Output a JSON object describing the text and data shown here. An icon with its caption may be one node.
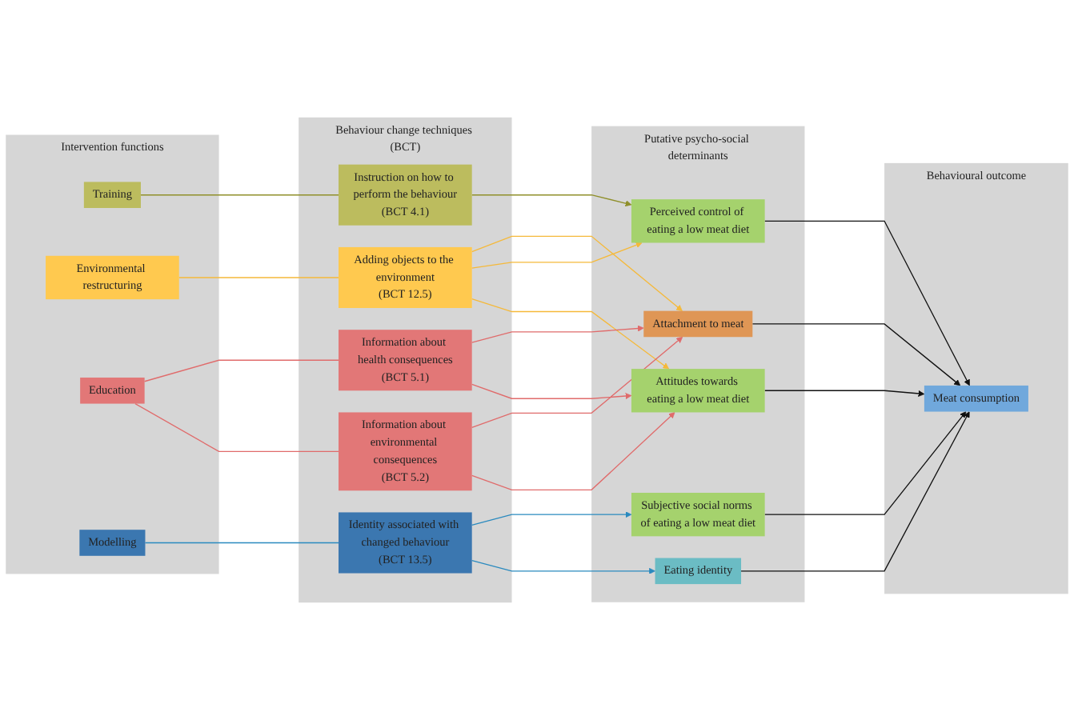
{
  "diagram": {
    "nodes": [
      {
        "text": [
          "Intervention functions"
        ]
      },
      {
        "text": [
          "Training"
        ],
        "in": 0
      },
      {
        "text": [
          "Environmental restructuring"
        ],
        "in": 0
      },
      {
        "text": [
          "Education"
        ],
        "in": 0
      },
      {
        "text": [
          "Modelling"
        ],
        "in": 0
      },
      {
        "text": [
          "Behaviour change techniques (BCT)"
        ]
      },
      {
        "text": [
          "Instruction on how to perform the behaviour",
          "(BCT 4.1)"
        ],
        "in": 5
      },
      {
        "text": [
          "Adding objects to the environment",
          "(BCT 12.5)"
        ],
        "in": 5
      },
      {
        "text": [
          "Information about health consequences",
          "(BCT 5.1)"
        ],
        "in": 5
      },
      {
        "text": [
          "Information about environmental consequences",
          "(BCT 5.2)"
        ],
        "in": 5
      },
      {
        "text": [
          "Identity associated with changed behaviour",
          "(BCT 13.5)"
        ],
        "in": 5
      },
      {
        "text": [
          "Putative psycho-social determinants"
        ]
      },
      {
        "text": [
          "Attachment to meat"
        ],
        "in": 11
      },
      {
        "text": [
          "Perceived control of eating a low meat diet"
        ],
        "in": 11
      },
      {
        "text": [
          "Attitudes towards eating a low meat diet"
        ],
        "in": 11
      },
      {
        "text": [
          "Subjective social norms of eating a low meat diet"
        ],
        "in": 11
      },
      {
        "text": [
          "Eating identity"
        ],
        "in": 11
      },
      {
        "text": [
          "Behavioural outcome"
        ]
      },
      {
        "text": [
          "Meat consumption"
        ],
        "in": 17
      }
    ],
    "edges": [
      {
        "from": 1,
        "to": 6,
        "arrow": "none",
        "color": "#8f8f2a"
      },
      {
        "from": 2,
        "to": 7,
        "arrow": "none",
        "color": "#f5b93a"
      },
      {
        "from": 3,
        "to": 8,
        "arrow": "none",
        "color": "#e06b6b"
      },
      {
        "from": 3,
        "to": 9,
        "arrow": "none",
        "color": "#e06b6b"
      },
      {
        "from": 4,
        "to": 10,
        "arrow": "none",
        "color": "#2a8abf"
      },
      {
        "from": 6,
        "to": 13,
        "arrow": "to",
        "color": "#8f8f2a"
      },
      {
        "from": 7,
        "to": 12,
        "arrow": "to",
        "color": "#f5b93a"
      },
      {
        "from": 7,
        "to": 13,
        "arrow": "to",
        "color": "#f5b93a"
      },
      {
        "from": 7,
        "to": 14,
        "arrow": "to",
        "color": "#f5b93a"
      },
      {
        "from": 8,
        "to": 12,
        "arrow": "to",
        "color": "#e06b6b"
      },
      {
        "from": 8,
        "to": 14,
        "arrow": "to",
        "color": "#e06b6b"
      },
      {
        "from": 9,
        "to": 12,
        "arrow": "to",
        "color": "#e06b6b"
      },
      {
        "from": 9,
        "to": 14,
        "arrow": "to",
        "color": "#e06b6b"
      },
      {
        "from": 10,
        "to": 15,
        "arrow": "to",
        "color": "#2a8abf"
      },
      {
        "from": 10,
        "to": 16,
        "arrow": "to",
        "color": "#2a8abf"
      },
      {
        "from": 12,
        "to": 18,
        "arrow": "to",
        "color": "#111111"
      },
      {
        "from": 13,
        "to": 18,
        "arrow": "to",
        "color": "#111111"
      },
      {
        "from": 14,
        "to": 18,
        "arrow": "to",
        "color": "#111111"
      },
      {
        "from": 15,
        "to": 18,
        "arrow": "to",
        "color": "#111111"
      },
      {
        "from": 16,
        "to": 18,
        "arrow": "to",
        "color": "#111111"
      }
    ]
  }
}
